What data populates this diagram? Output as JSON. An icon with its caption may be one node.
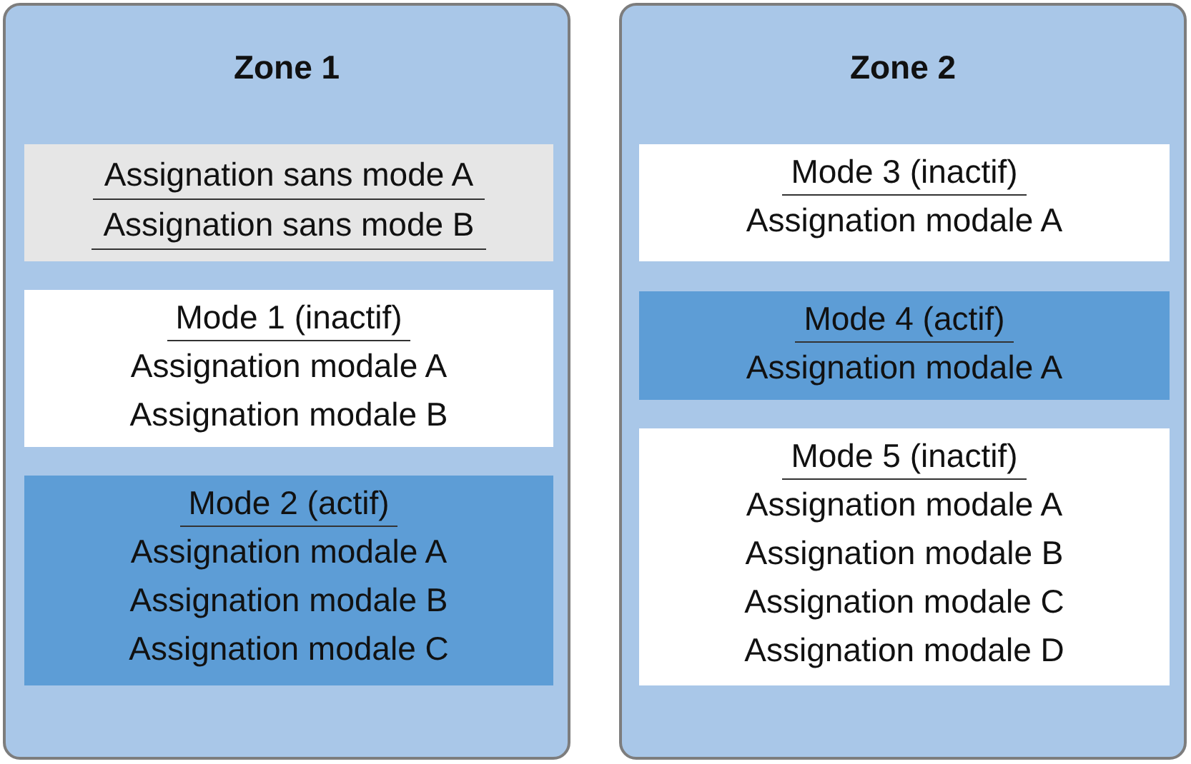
{
  "diagram": {
    "nodes": [
      {
        "text": [
          "Zone 1"
        ]
      },
      {
        "text": [
          "Assignation sans mode A",
          "Assignation sans mode B"
        ],
        "in": 0
      },
      {
        "text": [
          "Mode 1 (inactif)",
          "Assignation modale A",
          "Assignation modale B"
        ],
        "in": 0
      },
      {
        "text": [
          "Mode 2 (actif)",
          "Assignation modale A",
          "Assignation modale B",
          "Assignation modale C"
        ],
        "in": 0
      },
      {
        "text": [
          "Zone 2"
        ]
      },
      {
        "text": [
          "Mode 3 (inactif)",
          "Assignation modale A"
        ],
        "in": 4
      },
      {
        "text": [
          "Mode 4 (actif)",
          "Assignation modale A"
        ],
        "in": 4
      },
      {
        "text": [
          "Mode 5 (inactif)",
          "Assignation modale A",
          "Assignation modale B",
          "Assignation modale C",
          "Assignation modale D"
        ],
        "in": 4
      }
    ]
  }
}
